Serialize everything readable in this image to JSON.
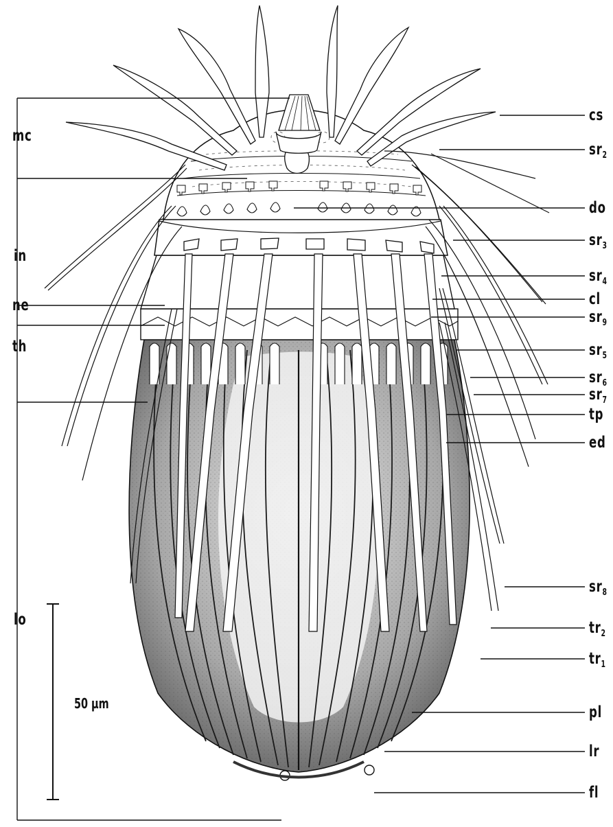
{
  "figure": {
    "left_labels": [
      {
        "id": "mc",
        "text": "mc"
      },
      {
        "id": "in",
        "text": "in"
      },
      {
        "id": "ne",
        "text": "ne"
      },
      {
        "id": "th",
        "text": "th"
      },
      {
        "id": "lo",
        "text": "lo"
      }
    ],
    "right_labels": [
      {
        "id": "cs",
        "base": "cs",
        "sub": ""
      },
      {
        "id": "sr2",
        "base": "sr",
        "sub": "2"
      },
      {
        "id": "do",
        "base": "do",
        "sub": ""
      },
      {
        "id": "sr3",
        "base": "sr",
        "sub": "3"
      },
      {
        "id": "sr4",
        "base": "sr",
        "sub": "4"
      },
      {
        "id": "cl",
        "base": "cl",
        "sub": ""
      },
      {
        "id": "sr9",
        "base": "sr",
        "sub": "9"
      },
      {
        "id": "sr5",
        "base": "sr",
        "sub": "5"
      },
      {
        "id": "sr6",
        "base": "sr",
        "sub": "6"
      },
      {
        "id": "sr7",
        "base": "sr",
        "sub": "7"
      },
      {
        "id": "tp",
        "base": "tp",
        "sub": ""
      },
      {
        "id": "ed",
        "base": "ed",
        "sub": ""
      },
      {
        "id": "sr8",
        "base": "sr",
        "sub": "8"
      },
      {
        "id": "tr2",
        "base": "tr",
        "sub": "2"
      },
      {
        "id": "tr1",
        "base": "tr",
        "sub": "1"
      },
      {
        "id": "pl",
        "base": "pl",
        "sub": ""
      },
      {
        "id": "lr",
        "base": "lr",
        "sub": ""
      },
      {
        "id": "fl",
        "base": "fl",
        "sub": ""
      }
    ],
    "scale_bar": {
      "label": "50 µm"
    }
  }
}
